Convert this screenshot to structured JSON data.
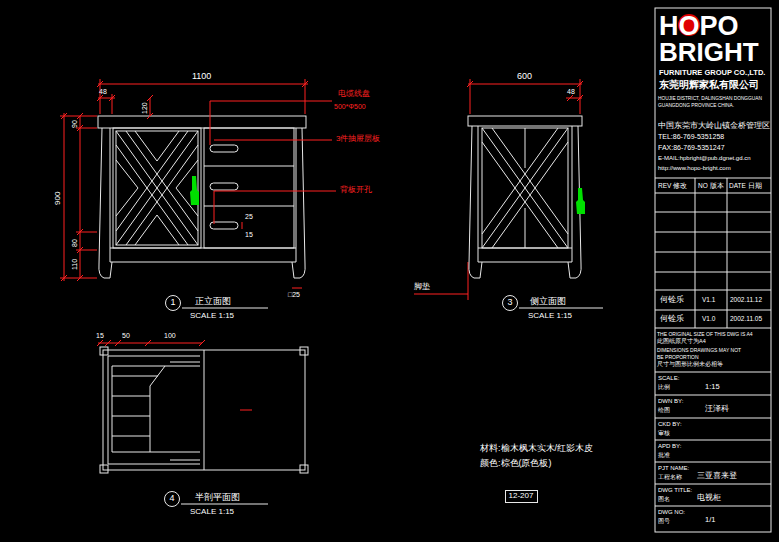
{
  "diagram": {
    "nodes": [
      {
        "text": [
          "1"
        ]
      },
      {
        "text": [
          "3"
        ]
      },
      {
        "text": [
          "4"
        ]
      },
      {
        "text": [
          "12-207"
        ]
      }
    ],
    "labels": [
      "1100",
      "48",
      "120",
      "90",
      "900",
      "80",
      "110",
      "电缆线盘",
      "500*Φ500",
      "3件抽屉层板",
      "背板开孔",
      "25",
      "15",
      "正立面图",
      "SCALE 1:15",
      "□25",
      "600",
      "48",
      "脚垫",
      "侧立面图",
      "SCALE 1:15",
      "15",
      "50",
      "100",
      "半剖平面图",
      "SCALE 1:15",
      "材料:榆木枫木实木/红影木皮",
      "颜色:棕色(原色板)",
      "HOPO",
      "BRIGHT",
      "FURNITURE GROUP CO.,LTD.",
      "东莞明辉家私有限公司",
      "HOUJIE DISTRICT, DALINGSHAN DONGGUAN",
      "GUANGDONG PROVINCE CHINA.",
      "中国东莞市大岭山镇金桥管理区",
      "TEL:86-769-5351258",
      "FAX:86-769-5351247",
      "E-MAIL:hpbright@pub.dgnet.gd.cn",
      "http://www.hopo-bright.com",
      "REV 修改",
      "NO 版本",
      "DATE 日期",
      "何铨乐",
      "V1.1",
      "2002.11.12",
      "何铨乐",
      "V1.0",
      "2002.11.05",
      "THE ORIGINAL SIZE OF THIS DWG IS A4",
      "此图纸原尺寸为A4",
      "DIMENSIONS DRAWINGS MAY NOT",
      "BE PROPORTION",
      "尺寸与图形比例未必相等",
      "SCALE:",
      "比例",
      "1:15",
      "DWN BY:",
      "绘图",
      "汪泽科",
      "CKD BY:",
      "审核",
      "APD BY:",
      "批准",
      "PJT NAME:",
      "工程名称",
      "三亚喜来登",
      "DWG TITLE:",
      "图名",
      "电视柜",
      "DWG NO:",
      "图号",
      "1/1"
    ]
  }
}
